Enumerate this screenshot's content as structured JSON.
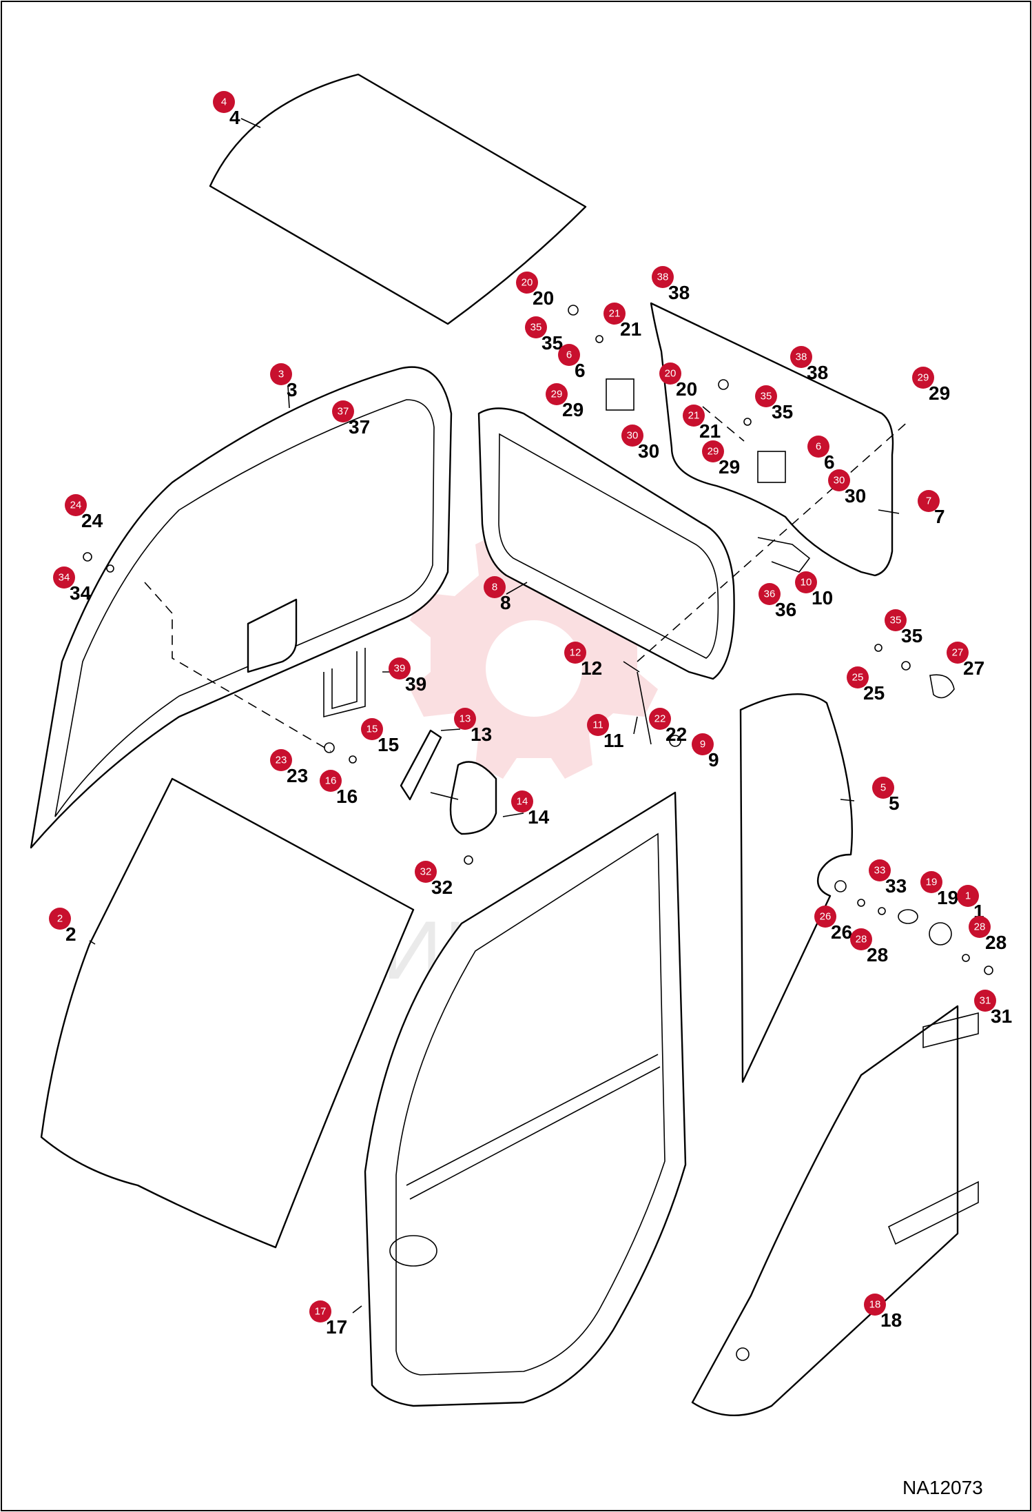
{
  "diagram_id": "NA12073",
  "watermark": "ИНТЕХ",
  "colors": {
    "badge": "#c8102e",
    "watermark_gear": "#f3b8bd",
    "watermark_text": "#d9d9d9"
  },
  "callouts": [
    {
      "id": "c4",
      "label": "4"
    },
    {
      "id": "c20a",
      "label": "20"
    },
    {
      "id": "c38a",
      "label": "38"
    },
    {
      "id": "c35a",
      "label": "35"
    },
    {
      "id": "c21a",
      "label": "21"
    },
    {
      "id": "c6a",
      "label": "6"
    },
    {
      "id": "c20b",
      "label": "20"
    },
    {
      "id": "c38b",
      "label": "38"
    },
    {
      "id": "c29a",
      "label": "29"
    },
    {
      "id": "c30a",
      "label": "30"
    },
    {
      "id": "c35b",
      "label": "35"
    },
    {
      "id": "c29b",
      "label": "29"
    },
    {
      "id": "c21b",
      "label": "21"
    },
    {
      "id": "c6b",
      "label": "6"
    },
    {
      "id": "c29c",
      "label": "29"
    },
    {
      "id": "c30b",
      "label": "30"
    },
    {
      "id": "c3",
      "label": "3"
    },
    {
      "id": "c37",
      "label": "37"
    },
    {
      "id": "c7",
      "label": "7"
    },
    {
      "id": "c24",
      "label": "24"
    },
    {
      "id": "c34",
      "label": "34"
    },
    {
      "id": "c8",
      "label": "8"
    },
    {
      "id": "c10",
      "label": "10"
    },
    {
      "id": "c36",
      "label": "36"
    },
    {
      "id": "c35c",
      "label": "35"
    },
    {
      "id": "c27",
      "label": "27"
    },
    {
      "id": "c25",
      "label": "25"
    },
    {
      "id": "c12",
      "label": "12"
    },
    {
      "id": "c39",
      "label": "39"
    },
    {
      "id": "c11",
      "label": "11"
    },
    {
      "id": "c22",
      "label": "22"
    },
    {
      "id": "c9",
      "label": "9"
    },
    {
      "id": "c13",
      "label": "13"
    },
    {
      "id": "c15",
      "label": "15"
    },
    {
      "id": "c23",
      "label": "23"
    },
    {
      "id": "c16",
      "label": "16"
    },
    {
      "id": "c14",
      "label": "14"
    },
    {
      "id": "c5",
      "label": "5"
    },
    {
      "id": "c32",
      "label": "32"
    },
    {
      "id": "c33",
      "label": "33"
    },
    {
      "id": "c19",
      "label": "19"
    },
    {
      "id": "c1",
      "label": "1"
    },
    {
      "id": "c26",
      "label": "26"
    },
    {
      "id": "c28a",
      "label": "28"
    },
    {
      "id": "c28b",
      "label": "28"
    },
    {
      "id": "c2",
      "label": "2"
    },
    {
      "id": "c31",
      "label": "31"
    },
    {
      "id": "c17",
      "label": "17"
    },
    {
      "id": "c18",
      "label": "18"
    }
  ]
}
